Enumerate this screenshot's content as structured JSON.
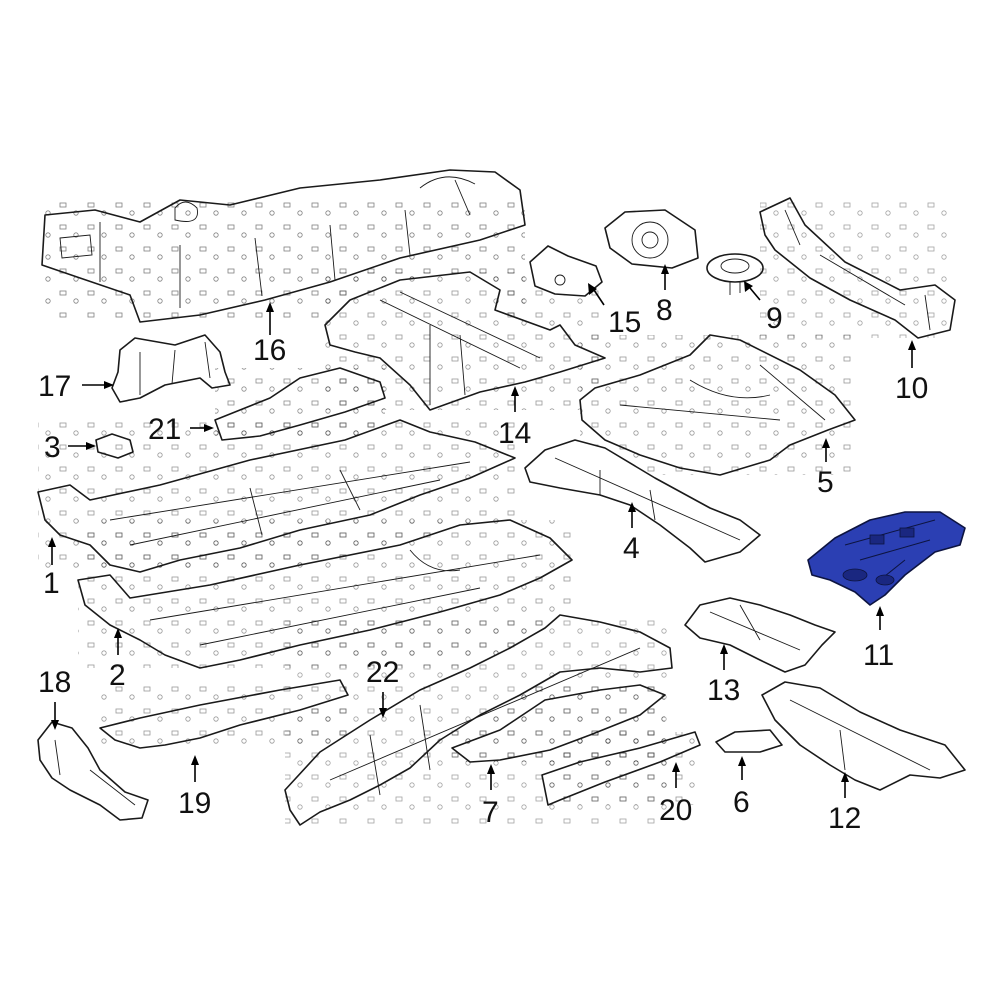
{
  "colors": {
    "highlight": "#2b3fb3",
    "line": "#1a1a1a",
    "background": "#ffffff"
  },
  "highlighted_part": "11",
  "callouts": [
    {
      "id": "c1",
      "label": "1"
    },
    {
      "id": "c2",
      "label": "2"
    },
    {
      "id": "c3",
      "label": "3"
    },
    {
      "id": "c4",
      "label": "4"
    },
    {
      "id": "c5",
      "label": "5"
    },
    {
      "id": "c6",
      "label": "6"
    },
    {
      "id": "c7",
      "label": "7"
    },
    {
      "id": "c8",
      "label": "8"
    },
    {
      "id": "c9",
      "label": "9"
    },
    {
      "id": "c10",
      "label": "10"
    },
    {
      "id": "c11",
      "label": "11"
    },
    {
      "id": "c12",
      "label": "12"
    },
    {
      "id": "c13",
      "label": "13"
    },
    {
      "id": "c14",
      "label": "14"
    },
    {
      "id": "c15",
      "label": "15"
    },
    {
      "id": "c16",
      "label": "16"
    },
    {
      "id": "c17",
      "label": "17"
    },
    {
      "id": "c18",
      "label": "18"
    },
    {
      "id": "c19",
      "label": "19"
    },
    {
      "id": "c20",
      "label": "20"
    },
    {
      "id": "c21",
      "label": "21"
    },
    {
      "id": "c22",
      "label": "22"
    }
  ]
}
